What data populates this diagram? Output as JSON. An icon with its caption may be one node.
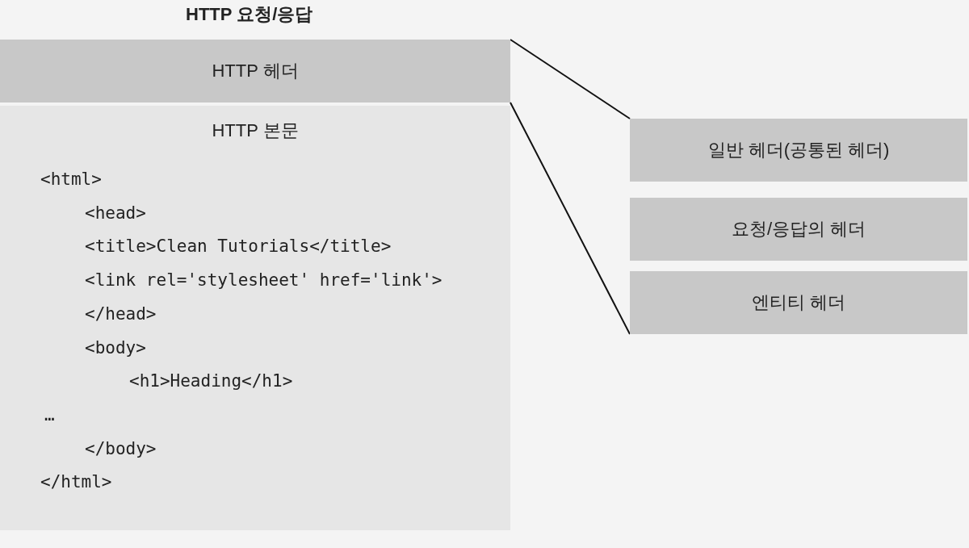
{
  "diagram": {
    "title": "HTTP 요청/응답",
    "nodes": [
      {
        "text": [
          "HTTP 헤더"
        ]
      },
      {
        "text": [
          "HTTP 본문",
          "<html>",
          "<head>",
          "<title>Clean Tutorials</title>",
          "<link rel='stylesheet' href='link'>",
          "</head>",
          "<body>",
          "<h1>Heading</h1>",
          "…",
          "</body>",
          "</html>"
        ]
      },
      {
        "text": [
          "일반 헤더(공통된 헤더)"
        ]
      },
      {
        "text": [
          "요청/응답의 헤더"
        ]
      },
      {
        "text": [
          "엔티티 헤더"
        ]
      }
    ],
    "edges": [
      {
        "from": 0,
        "to": 2,
        "arrow": "none"
      },
      {
        "from": 0,
        "to": 4,
        "arrow": "none"
      }
    ]
  }
}
